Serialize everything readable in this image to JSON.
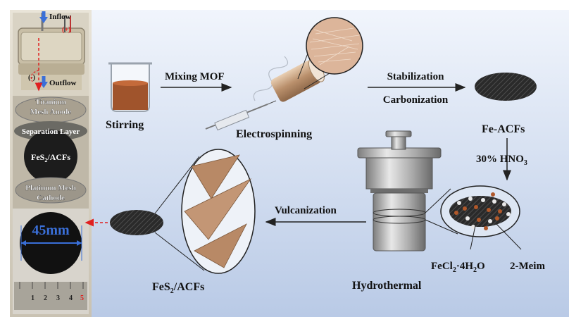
{
  "photo_panel": {
    "inflow": "Inflow",
    "outflow": "Outflow",
    "plus": "(+)",
    "minus": "(-)",
    "layer_anode_1": "Titanium",
    "layer_anode_2": "Mesh Anode",
    "layer_separation": "Separation Layer",
    "layer_catalyst": "FeS",
    "layer_catalyst_sub": "2",
    "layer_catalyst_rest": "/ACFs",
    "layer_cathode_1": "Platinum Mesh",
    "layer_cathode_2": "Cathode",
    "diameter": "45mm",
    "ruler_numbers": [
      "1",
      "2",
      "3",
      "4",
      "5"
    ]
  },
  "process": {
    "stirring": "Stirring",
    "mixing_mof": "Mixing MOF",
    "electrospinning": "Electrospinning",
    "stabilization": "Stabilization",
    "carbonization": "Carbonization",
    "fe_acfs": "Fe-ACFs",
    "hno3": "30% HNO",
    "hno3_sub": "3",
    "hydrothermal": "Hydrothermal",
    "fecl2": "FeCl",
    "fecl2_sub": "2",
    "fecl2_rest": "·4H",
    "fecl2_sub2": "2",
    "fecl2_end": "O",
    "meim": "2-Meim",
    "vulcanization": "Vulcanization",
    "product": "FeS",
    "product_sub": "2",
    "product_rest": "/ACFs"
  },
  "colors": {
    "background_top": "#eef3fb",
    "background_bottom": "#bfcfe9",
    "arrow": "#222222",
    "accent_red": "#e02020",
    "accent_blue": "#3a6fd8"
  }
}
